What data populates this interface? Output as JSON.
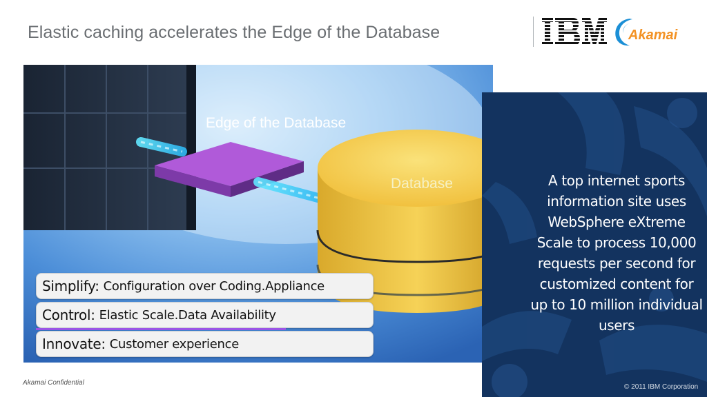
{
  "slide": {
    "title": "Elastic caching accelerates the Edge of the Database"
  },
  "logos": {
    "ibm": "IBM",
    "akamai": "Akamai"
  },
  "scene": {
    "edge_label": "Edge of the Database",
    "database_label": "Database"
  },
  "right_panel": {
    "text": "A top internet sports information site uses WebSphere eXtreme Scale to process 10,000 requests per second for customized content for up to 10 million individual users"
  },
  "pills": [
    {
      "lead": "Simplify:",
      "rest": "Configuration over Coding.Appliance"
    },
    {
      "lead": "Control:",
      "rest": "Elastic Scale.Data Availability"
    },
    {
      "lead": "Innovate:",
      "rest": "Customer experience"
    }
  ],
  "footer": {
    "left": "Akamai Confidential",
    "right": "© 2011 IBM Corporation"
  },
  "colors": {
    "panel_blue": "#13335f",
    "accent_purple": "#9b55e6",
    "database_yellow": "#f3c64a",
    "link_cyan": "#3fe0ff"
  }
}
